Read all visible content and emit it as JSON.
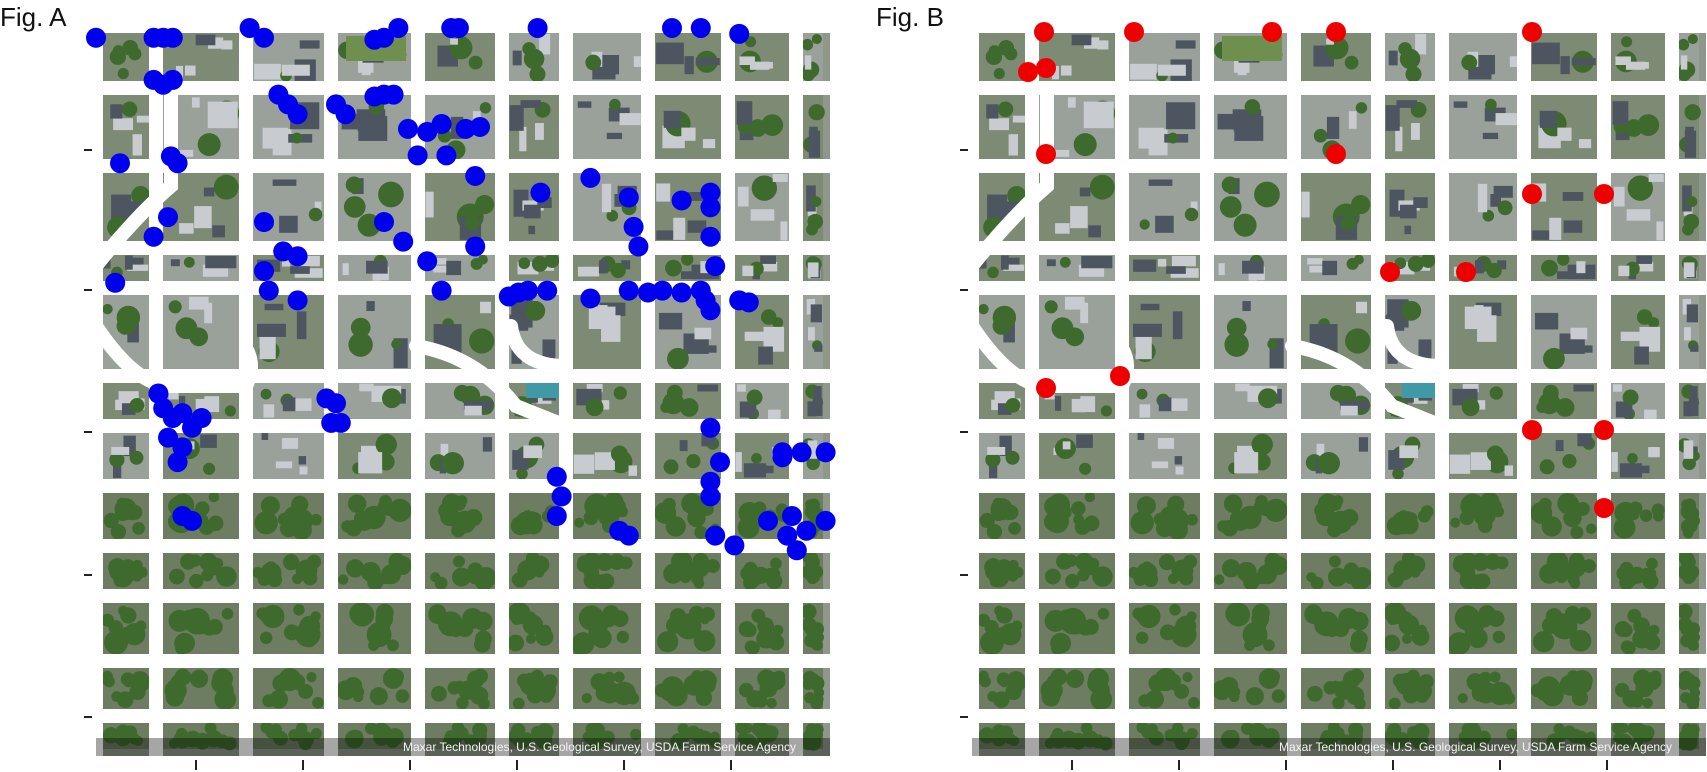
{
  "panels": [
    {
      "id": "a",
      "label": "Fig. A",
      "marker_color": "#0000ee",
      "attribution": "Maxar Technologies, U.S. Geological Survey, USDA Farm Service Agency"
    },
    {
      "id": "b",
      "label": "Fig. B",
      "marker_color": "#ee0000",
      "attribution": "Maxar Technologies, U.S. Geological Survey, USDA Farm Service Agency"
    }
  ],
  "colors": {
    "road": "#ffffff",
    "park": "#6f8f4e",
    "lot": "#9aa19a",
    "building": "#4d5560",
    "tree": "#3f6a2e",
    "pool": "#3f9aa6"
  }
}
